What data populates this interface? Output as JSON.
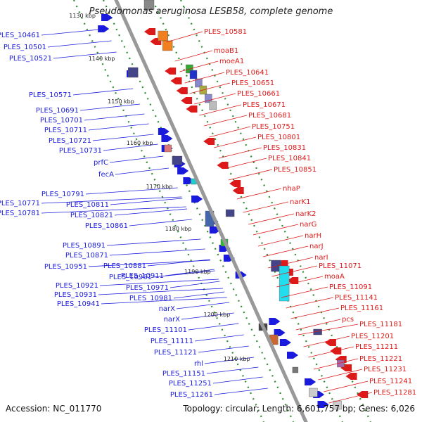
{
  "title": "Pseudomonas aeruginosa LESB58, complete genome",
  "footer": {
    "accession": "Accession: NC_011770",
    "summary": "Topology: circular; Length: 6,601,757 bp; Genes: 6,026"
  },
  "colors": {
    "reverse_strand": "#1a1add",
    "forward_strand": "#dd1a1a",
    "backbone": "#999999",
    "tick_dots": "#2e8b2e"
  },
  "scale_labels": [
    "1130 kbp",
    "1140 kbp",
    "1150 kbp",
    "1160 kbp",
    "1170 kbp",
    "1180 kbp",
    "1190 kbp",
    "1200 kbp",
    "1210 kbp"
  ],
  "left_genes": [
    "PLES_10461",
    "PLES_10501",
    "PLES_10521",
    "PLES_10571",
    "PLES_10691",
    "PLES_10701",
    "PLES_10711",
    "PLES_10721",
    "PLES_10731",
    "prfC",
    "fecA",
    "PLES_10791",
    "PLES_10771",
    "PLES_10811",
    "PLES_10781",
    "PLES_10821",
    "PLES_10861",
    "PLES_10891",
    "PLES_10871",
    "PLES_10881",
    "PLES_10951",
    "PLES_10911",
    "PLES_10961",
    "PLES_10921",
    "PLES_10971",
    "PLES_10931",
    "PLES_10981",
    "PLES_10941",
    "narX",
    "narX",
    "PLES_11101",
    "PLES_11111",
    "PLES_11121",
    "rhl",
    "PLES_11151",
    "PLES_11251",
    "PLES_11261"
  ],
  "right_genes": [
    "PLES_10581",
    "moaB1",
    "moeA1",
    "PLES_10641",
    "PLES_10651",
    "PLES_10661",
    "PLES_10671",
    "PLES_10681",
    "PLES_10751",
    "PLES_10801",
    "PLES_10831",
    "PLES_10841",
    "PLES_10851",
    "nhaP",
    "narK1",
    "narK2",
    "narG",
    "narH",
    "narJ",
    "narI",
    "PLES_11071",
    "moaA",
    "PLES_11091",
    "PLES_11141",
    "PLES_11161",
    "pcs",
    "PLES_11181",
    "PLES_11201",
    "PLES_11211",
    "PLES_11221",
    "PLES_11231",
    "PLES_11241",
    "PLES_11281"
  ]
}
